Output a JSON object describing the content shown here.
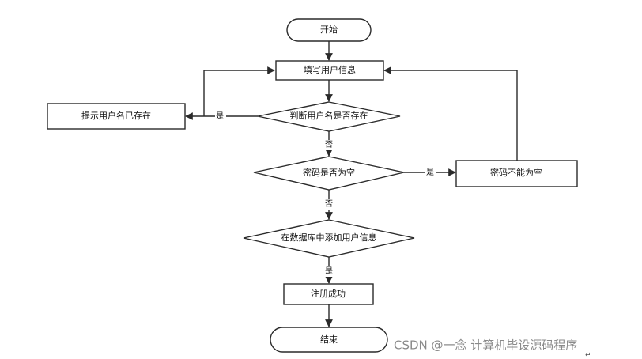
{
  "nodes": {
    "start": "开始",
    "fill_info": "填写用户信息",
    "check_username": "判断用户名是否存在",
    "username_exists_msg": "提示用户名已存在",
    "check_password_empty": "密码是否为空",
    "password_empty_msg": "密码不能为空",
    "add_to_db": "在数据库中添加用户信息",
    "register_success": "注册成功",
    "end": "结束"
  },
  "edges": {
    "username_yes": "是",
    "username_no": "否",
    "password_yes": "是",
    "password_no": "否",
    "db_yes": "是"
  },
  "watermark": "CSDN @一念 计算机毕设源码程序",
  "paragraph_mark": "↵",
  "colors": {
    "stroke": "#2a2a2a",
    "fill": "#ffffff",
    "text": "#111111",
    "watermark": "#8a8a8a"
  }
}
